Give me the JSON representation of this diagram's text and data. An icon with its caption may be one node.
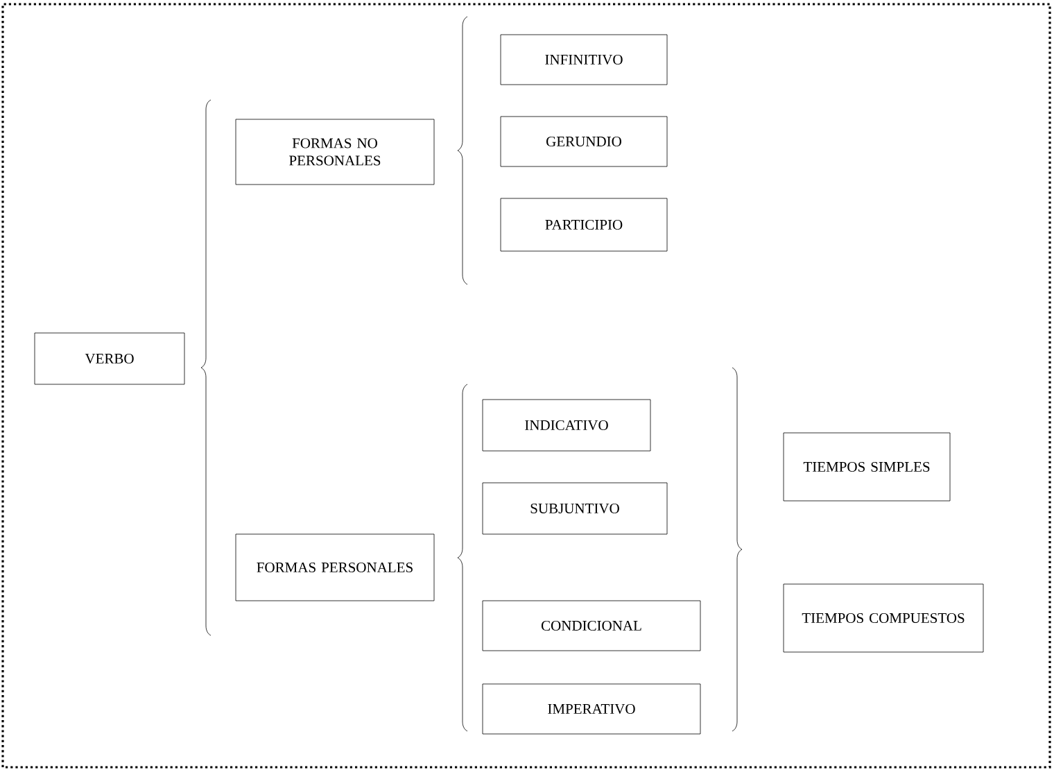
{
  "diagram": {
    "nodes": [
      {
        "text": [
          "VERBO"
        ]
      },
      {
        "text": [
          "FORMAS NO PERSONALES"
        ]
      },
      {
        "text": [
          "INFINITIVO"
        ]
      },
      {
        "text": [
          "GERUNDIO"
        ]
      },
      {
        "text": [
          "PARTICIPIO"
        ]
      },
      {
        "text": [
          "FORMAS PERSONALES"
        ]
      },
      {
        "text": [
          "INDICATIVO"
        ]
      },
      {
        "text": [
          "SUBJUNTIVO"
        ]
      },
      {
        "text": [
          "CONDICIONAL"
        ]
      },
      {
        "text": [
          "IMPERATIVO"
        ]
      },
      {
        "text": [
          "TIEMPOS SIMPLES"
        ]
      },
      {
        "text": [
          "TIEMPOS COMPUESTOS"
        ]
      }
    ]
  }
}
